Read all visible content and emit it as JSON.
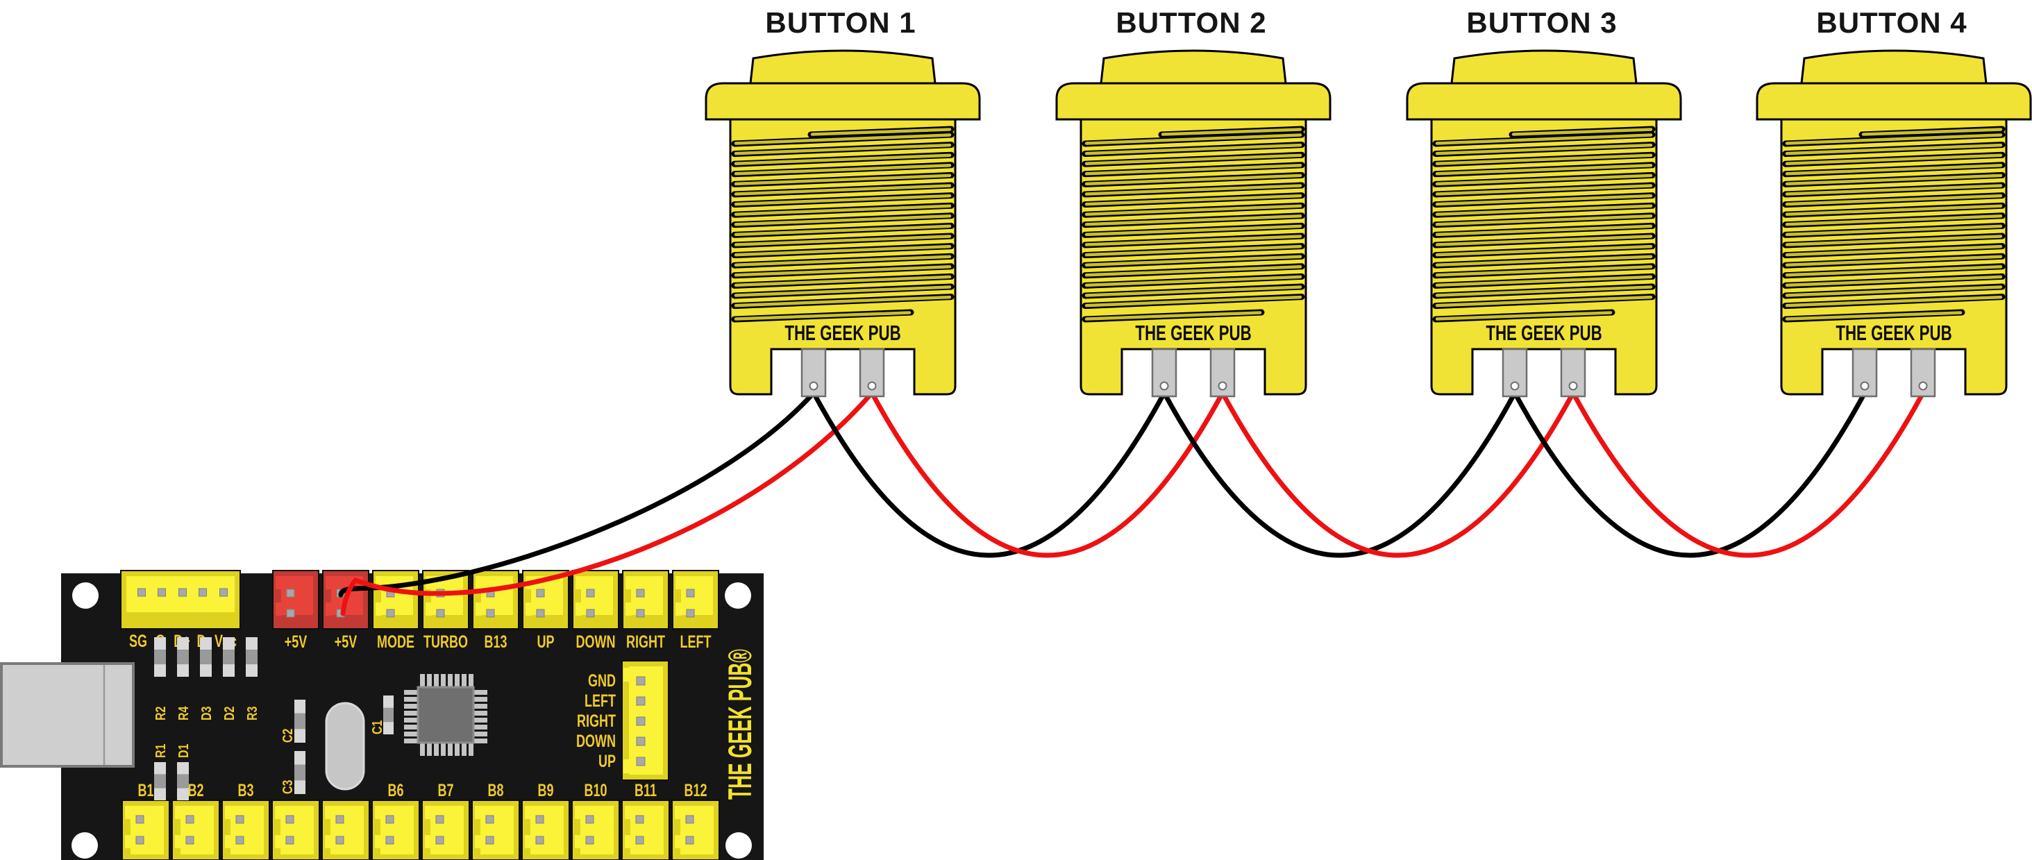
{
  "diagram": {
    "buttons": [
      {
        "label": "BUTTON 1",
        "brand": "THE GEEK PUB"
      },
      {
        "label": "BUTTON 2",
        "brand": "THE GEEK PUB"
      },
      {
        "label": "BUTTON 3",
        "brand": "THE GEEK PUB"
      },
      {
        "label": "BUTTON 4",
        "brand": "THE GEEK PUB"
      }
    ],
    "board": {
      "brand": "THE GEEK PUB®",
      "usb_header_labels": [
        "SG",
        "G",
        "D+",
        "D-",
        "Vcc"
      ],
      "top_connector_labels": [
        "+5V",
        "+5V",
        "MODE",
        "TURBO",
        "B13",
        "UP",
        "DOWN",
        "RIGHT",
        "LEFT"
      ],
      "bottom_connector_labels": [
        "B1",
        "B2",
        "B3",
        "",
        "",
        "B6",
        "B7",
        "B8",
        "B9",
        "B10",
        "B11",
        "B12"
      ],
      "joystick_connector_labels": [
        "GND",
        "LEFT",
        "RIGHT",
        "DOWN",
        "UP"
      ],
      "component_labels": {
        "top_row": [
          "R2",
          "R4",
          "D3",
          "D2",
          "R3"
        ],
        "left_group": [
          "R1",
          "D1"
        ],
        "caps": [
          "C2",
          "C3",
          "C1"
        ]
      }
    },
    "wires": {
      "ground": "black",
      "power": "red"
    },
    "colors": {
      "button_yellow": "#f1e335",
      "thread_shade": "#c9bf2e",
      "outline": "#000000",
      "pcb": "#161616",
      "connector_yellow_outer": "#ded21f",
      "connector_yellow_inner": "#faf338",
      "connector_red_outer": "#c23a33",
      "connector_red_inner": "#e8433b",
      "label_gold": "#f0cb2a",
      "brand_yellow": "#f2e22e",
      "pin_gray": "#a8a8a8",
      "terminal_gray": "#c9c9c9",
      "chip_gray": "#6f6f6f",
      "chip_pin_gray": "#c4c4c4",
      "usb_gray": "#cfcfcf",
      "crystal_gray": "#c6c6c6",
      "smd_light": "#d8d8d8",
      "smd_dark": "#9a9a9a",
      "wire_black": "#000000",
      "wire_red": "#ee1111"
    }
  }
}
